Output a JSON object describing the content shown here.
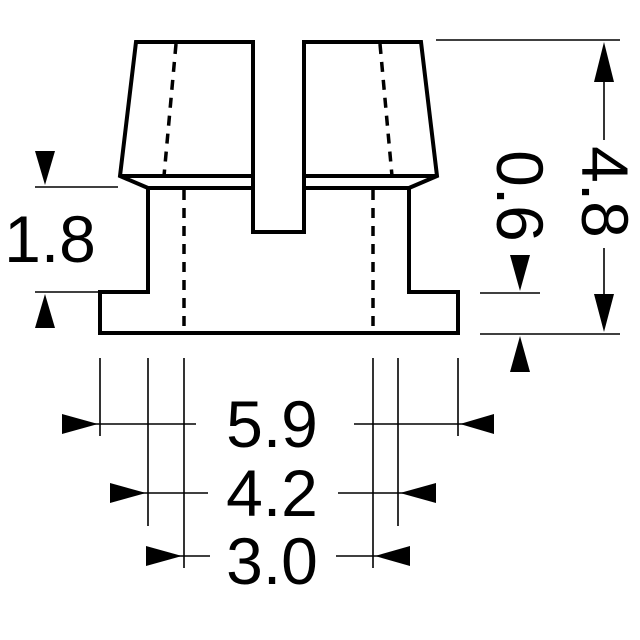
{
  "dimensions": {
    "height_total": "4.8",
    "flange_thickness": "0.6",
    "body_height": "1.8",
    "width_flange": "5.9",
    "width_body": "4.2",
    "width_bore": "3.0"
  }
}
